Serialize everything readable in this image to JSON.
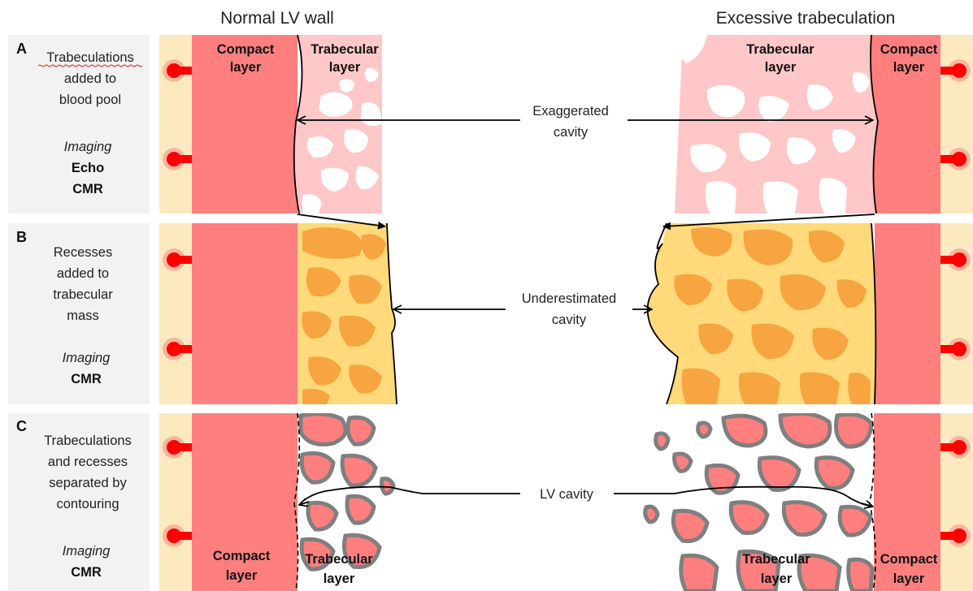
{
  "headers": {
    "left": "Normal LV wall",
    "right": "Excessive trabeculation"
  },
  "panels": [
    {
      "letter": "A",
      "description": [
        "Trabeculations",
        "added to",
        "blood pool"
      ],
      "imaging_label": "Imaging",
      "modalities": [
        "Echo",
        "CMR"
      ],
      "annotation": [
        "Exaggerated",
        "cavity"
      ],
      "layers": {
        "normal_compact": [
          "Compact",
          "layer"
        ],
        "normal_trabecular": [
          "Trabecular",
          "layer"
        ],
        "excessive_trabecular": [
          "Trabecular",
          "layer"
        ],
        "excessive_compact": [
          "Compact",
          "layer"
        ]
      }
    },
    {
      "letter": "B",
      "description": [
        "Recesses",
        "added to",
        "trabecular",
        "mass"
      ],
      "imaging_label": "Imaging",
      "modalities": [
        "CMR"
      ],
      "annotation": [
        "Underestimated",
        "cavity"
      ]
    },
    {
      "letter": "C",
      "description": [
        "Trabeculations",
        "and recesses",
        "separated by",
        "contouring"
      ],
      "imaging_label": "Imaging",
      "modalities": [
        "CMR"
      ],
      "annotation": [
        "LV cavity"
      ],
      "layers": {
        "normal_compact": [
          "Compact",
          "layer"
        ],
        "normal_trabecular": [
          "Trabecular",
          "layer"
        ],
        "excessive_trabecular": [
          "Trabecular",
          "layer"
        ],
        "excessive_compact": [
          "Compact",
          "layer"
        ]
      }
    }
  ],
  "colors": {
    "label_bg": "#f2f2f2",
    "epicardium": "#fde9c0",
    "compact_layer": "#ff7f7f",
    "pale_trabeculae": "#ffc7c7",
    "recess_light": "#ffd97a",
    "recess_dark": "#f7a541",
    "contour_gray": "#7f7f7f",
    "vessel_red": "#ff0000",
    "vessel_halo": "#f7b6a0"
  },
  "icons": [
    "coronary-vessel-icon"
  ]
}
